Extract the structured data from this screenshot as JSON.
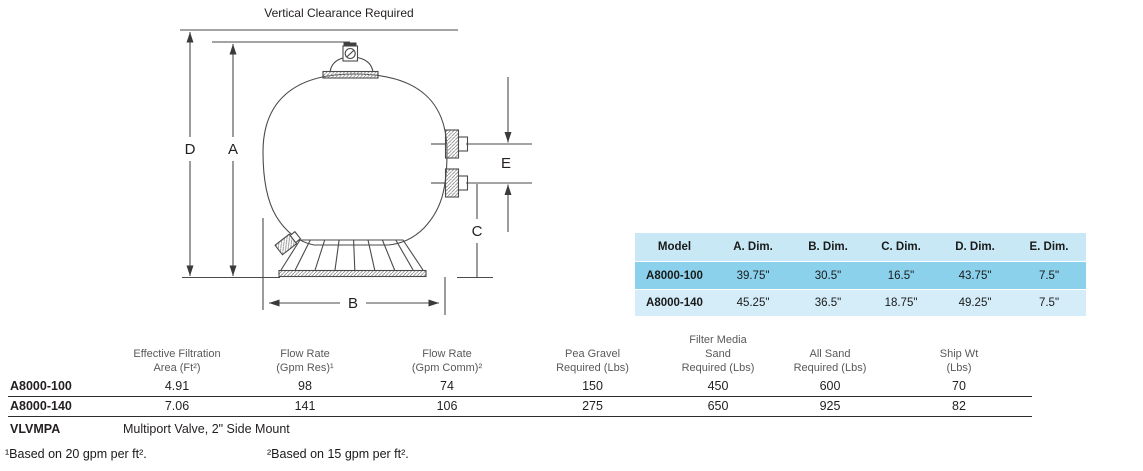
{
  "diagram": {
    "title": "Vertical Clearance Required",
    "dim_labels": {
      "d": "D",
      "a": "A",
      "b": "B",
      "c": "C",
      "e": "E"
    }
  },
  "dim_table": {
    "headers": [
      "Model",
      "A. Dim.",
      "B. Dim.",
      "C. Dim.",
      "D. Dim.",
      "E. Dim."
    ],
    "rows": [
      {
        "model": "A8000-100",
        "values": [
          "39.75\"",
          "30.5\"",
          "16.5\"",
          "43.75\"",
          "7.5\""
        ]
      },
      {
        "model": "A8000-140",
        "values": [
          "45.25\"",
          "36.5\"",
          "18.75\"",
          "49.25\"",
          "7.5\""
        ]
      }
    ],
    "colors": {
      "header_bg": "#c9e8f5",
      "highlight_row_bg": "#8bd1eb",
      "alt_row_bg": "#d4edf8"
    }
  },
  "spec_table": {
    "column_headers": [
      [
        "Effective Filtration",
        "Area (Ft²)"
      ],
      [
        "Flow Rate",
        "(Gpm Res)¹"
      ],
      [
        "Flow Rate",
        "(Gpm Comm)²"
      ],
      [
        "Pea Gravel",
        "Required (Lbs)"
      ],
      [
        "Filter Media",
        "Sand",
        "Required (Lbs)"
      ],
      [
        "All Sand",
        "Required (Lbs)"
      ],
      [
        "Ship Wt",
        "(Lbs)"
      ]
    ],
    "rows": [
      {
        "model": "A8000-100",
        "values": [
          "4.91",
          "98",
          "74",
          "150",
          "450",
          "600",
          "70"
        ]
      },
      {
        "model": "A8000-140",
        "values": [
          "7.06",
          "141",
          "106",
          "275",
          "650",
          "925",
          "82"
        ]
      }
    ],
    "valve": {
      "model": "VLVMPA",
      "description": "Multiport Valve, 2\" Side Mount"
    },
    "footnotes": [
      "¹Based on 20 gpm per ft².",
      "²Based on 15 gpm per ft²."
    ]
  }
}
